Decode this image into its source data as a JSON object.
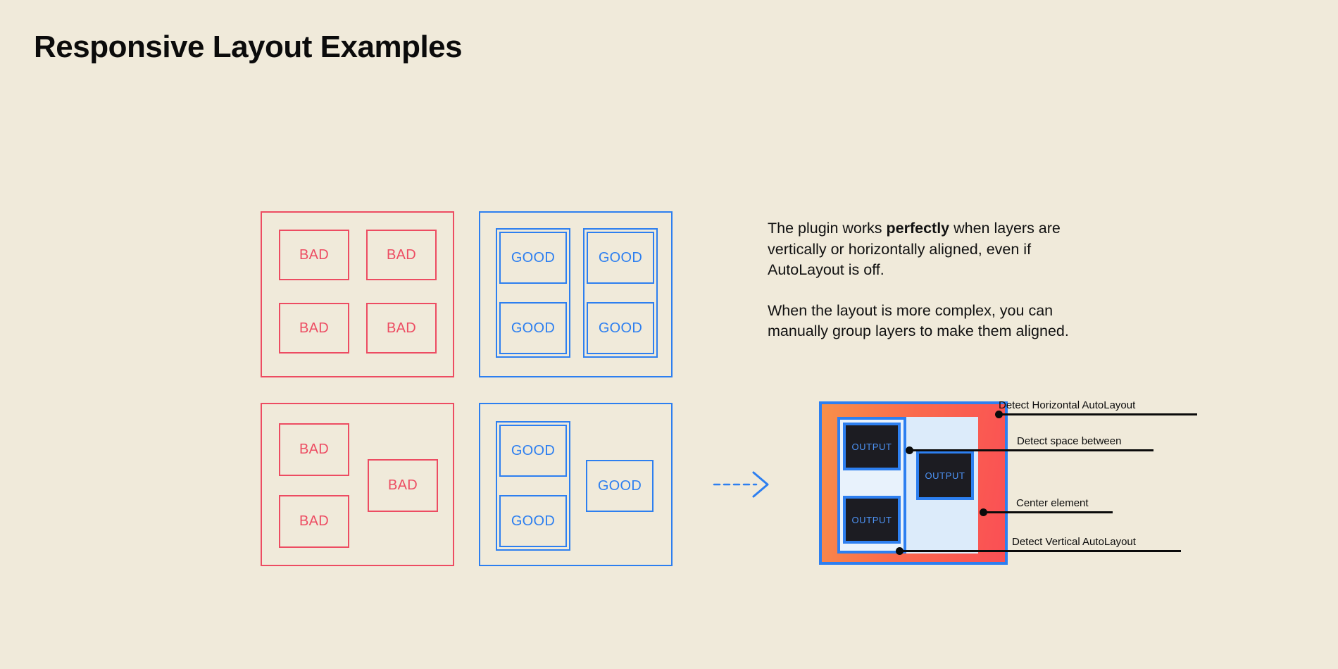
{
  "page": {
    "title": "Responsive Layout Examples",
    "background_color": "#F0EADA",
    "bad_color": "#ED4C62",
    "good_color": "#2D7FF0",
    "text_color": "#0B0B0B"
  },
  "examples": {
    "bad_grid": {
      "kind": "bad",
      "boxes": [
        {
          "label": "BAD"
        },
        {
          "label": "BAD"
        },
        {
          "label": "BAD"
        },
        {
          "label": "BAD"
        }
      ]
    },
    "good_grid": {
      "kind": "good",
      "boxes": [
        {
          "label": "GOOD"
        },
        {
          "label": "GOOD"
        },
        {
          "label": "GOOD"
        },
        {
          "label": "GOOD"
        }
      ]
    },
    "bad_complex": {
      "kind": "bad",
      "boxes": [
        {
          "label": "BAD"
        },
        {
          "label": "BAD"
        },
        {
          "label": "BAD"
        }
      ]
    },
    "good_complex": {
      "kind": "good",
      "boxes": [
        {
          "label": "GOOD"
        },
        {
          "label": "GOOD"
        },
        {
          "label": "GOOD"
        }
      ]
    }
  },
  "arrow": {
    "icon": "dashed-arrow-right-icon",
    "color": "#2D7FF0"
  },
  "copy": {
    "paragraph_1_part_1": "The plugin works ",
    "paragraph_1_bold": "perfectly",
    "paragraph_1_part_2": " when layers are vertically or horizontally aligned, even if AutoLayout is off.",
    "paragraph_2": "When the layout is more complex, you can manually group layers to make them aligned."
  },
  "diagram": {
    "outputs": [
      {
        "label": "OUTPUT"
      },
      {
        "label": "OUTPUT"
      },
      {
        "label": "OUTPUT"
      }
    ],
    "colors": {
      "border": "#2D7FF0",
      "fill_start": "#F89049",
      "fill_end": "#FA4F55",
      "panel": "#DCEBFA",
      "output_fill": "#1C1C22",
      "output_text": "#4D93F5"
    },
    "callouts": [
      {
        "label": "Detect Horizontal AutoLayout"
      },
      {
        "label": "Detect space between"
      },
      {
        "label": "Center element"
      },
      {
        "label": "Detect Vertical AutoLayout"
      }
    ]
  }
}
